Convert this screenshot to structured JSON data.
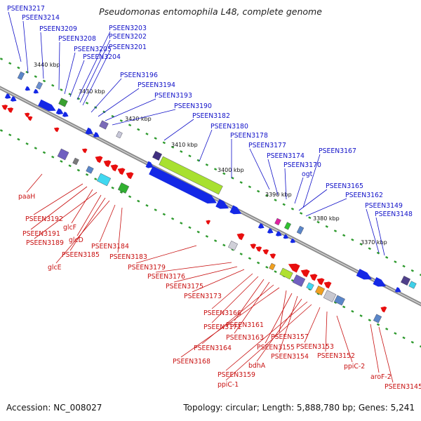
{
  "title": "Pseudomonas entomophila L48, complete genome",
  "footer": {
    "accession": "Accession: NC_008027",
    "topology": "Topology: circular; Length: 5,888,780 bp; Genes: 5,241"
  },
  "colors": {
    "forward_labels": "#1010c8",
    "reverse_labels": "#c81010",
    "backbone": "#8c8c8c",
    "tick": "#2e9a2e"
  },
  "kbp_markers": [
    "3440 kbp",
    "3430 kbp",
    "3420 kbp",
    "3410 kbp",
    "3400 kbp",
    "3390 kbp",
    "3380 kbp",
    "3370 kbp"
  ],
  "top_labels": [
    "PSEEN3217",
    "PSEEN3214",
    "PSEEN3209",
    "PSEEN3208",
    "PSEEN3205",
    "PSEEN3204",
    "PSEEN3203",
    "PSEEN3202",
    "PSEEN3201",
    "PSEEN3196",
    "PSEEN3194",
    "PSEEN3193",
    "PSEEN3190",
    "PSEEN3182",
    "PSEEN3180",
    "PSEEN3178",
    "PSEEN3177",
    "PSEEN3174",
    "PSEEN3170",
    "ogt",
    "PSEEN3167",
    "PSEEN3165",
    "PSEEN3162",
    "PSEEN3149",
    "PSEEN3148"
  ],
  "bottom_labels": [
    "paaH",
    "PSEEN3192",
    "PSEEN3191",
    "glcF",
    "PSEEN3189",
    "glcD",
    "PSEEN3185",
    "glcE",
    "PSEEN3184",
    "PSEEN3183",
    "PSEEN3179",
    "PSEEN3176",
    "PSEEN3175",
    "PSEEN3173",
    "PSEEN3166",
    "PSEEN3171",
    "PSEEN3161",
    "PSEEN3163",
    "PSEEN3164",
    "PSEEN3168",
    "PSEEN3157",
    "PSEEN3155",
    "PSEEN3154",
    "bdhA",
    "PSEEN3159",
    "ppiC-1",
    "PSEEN3153",
    "PSEEN3152",
    "ppiC-2",
    "aroF-2",
    "PSEEN3145"
  ]
}
